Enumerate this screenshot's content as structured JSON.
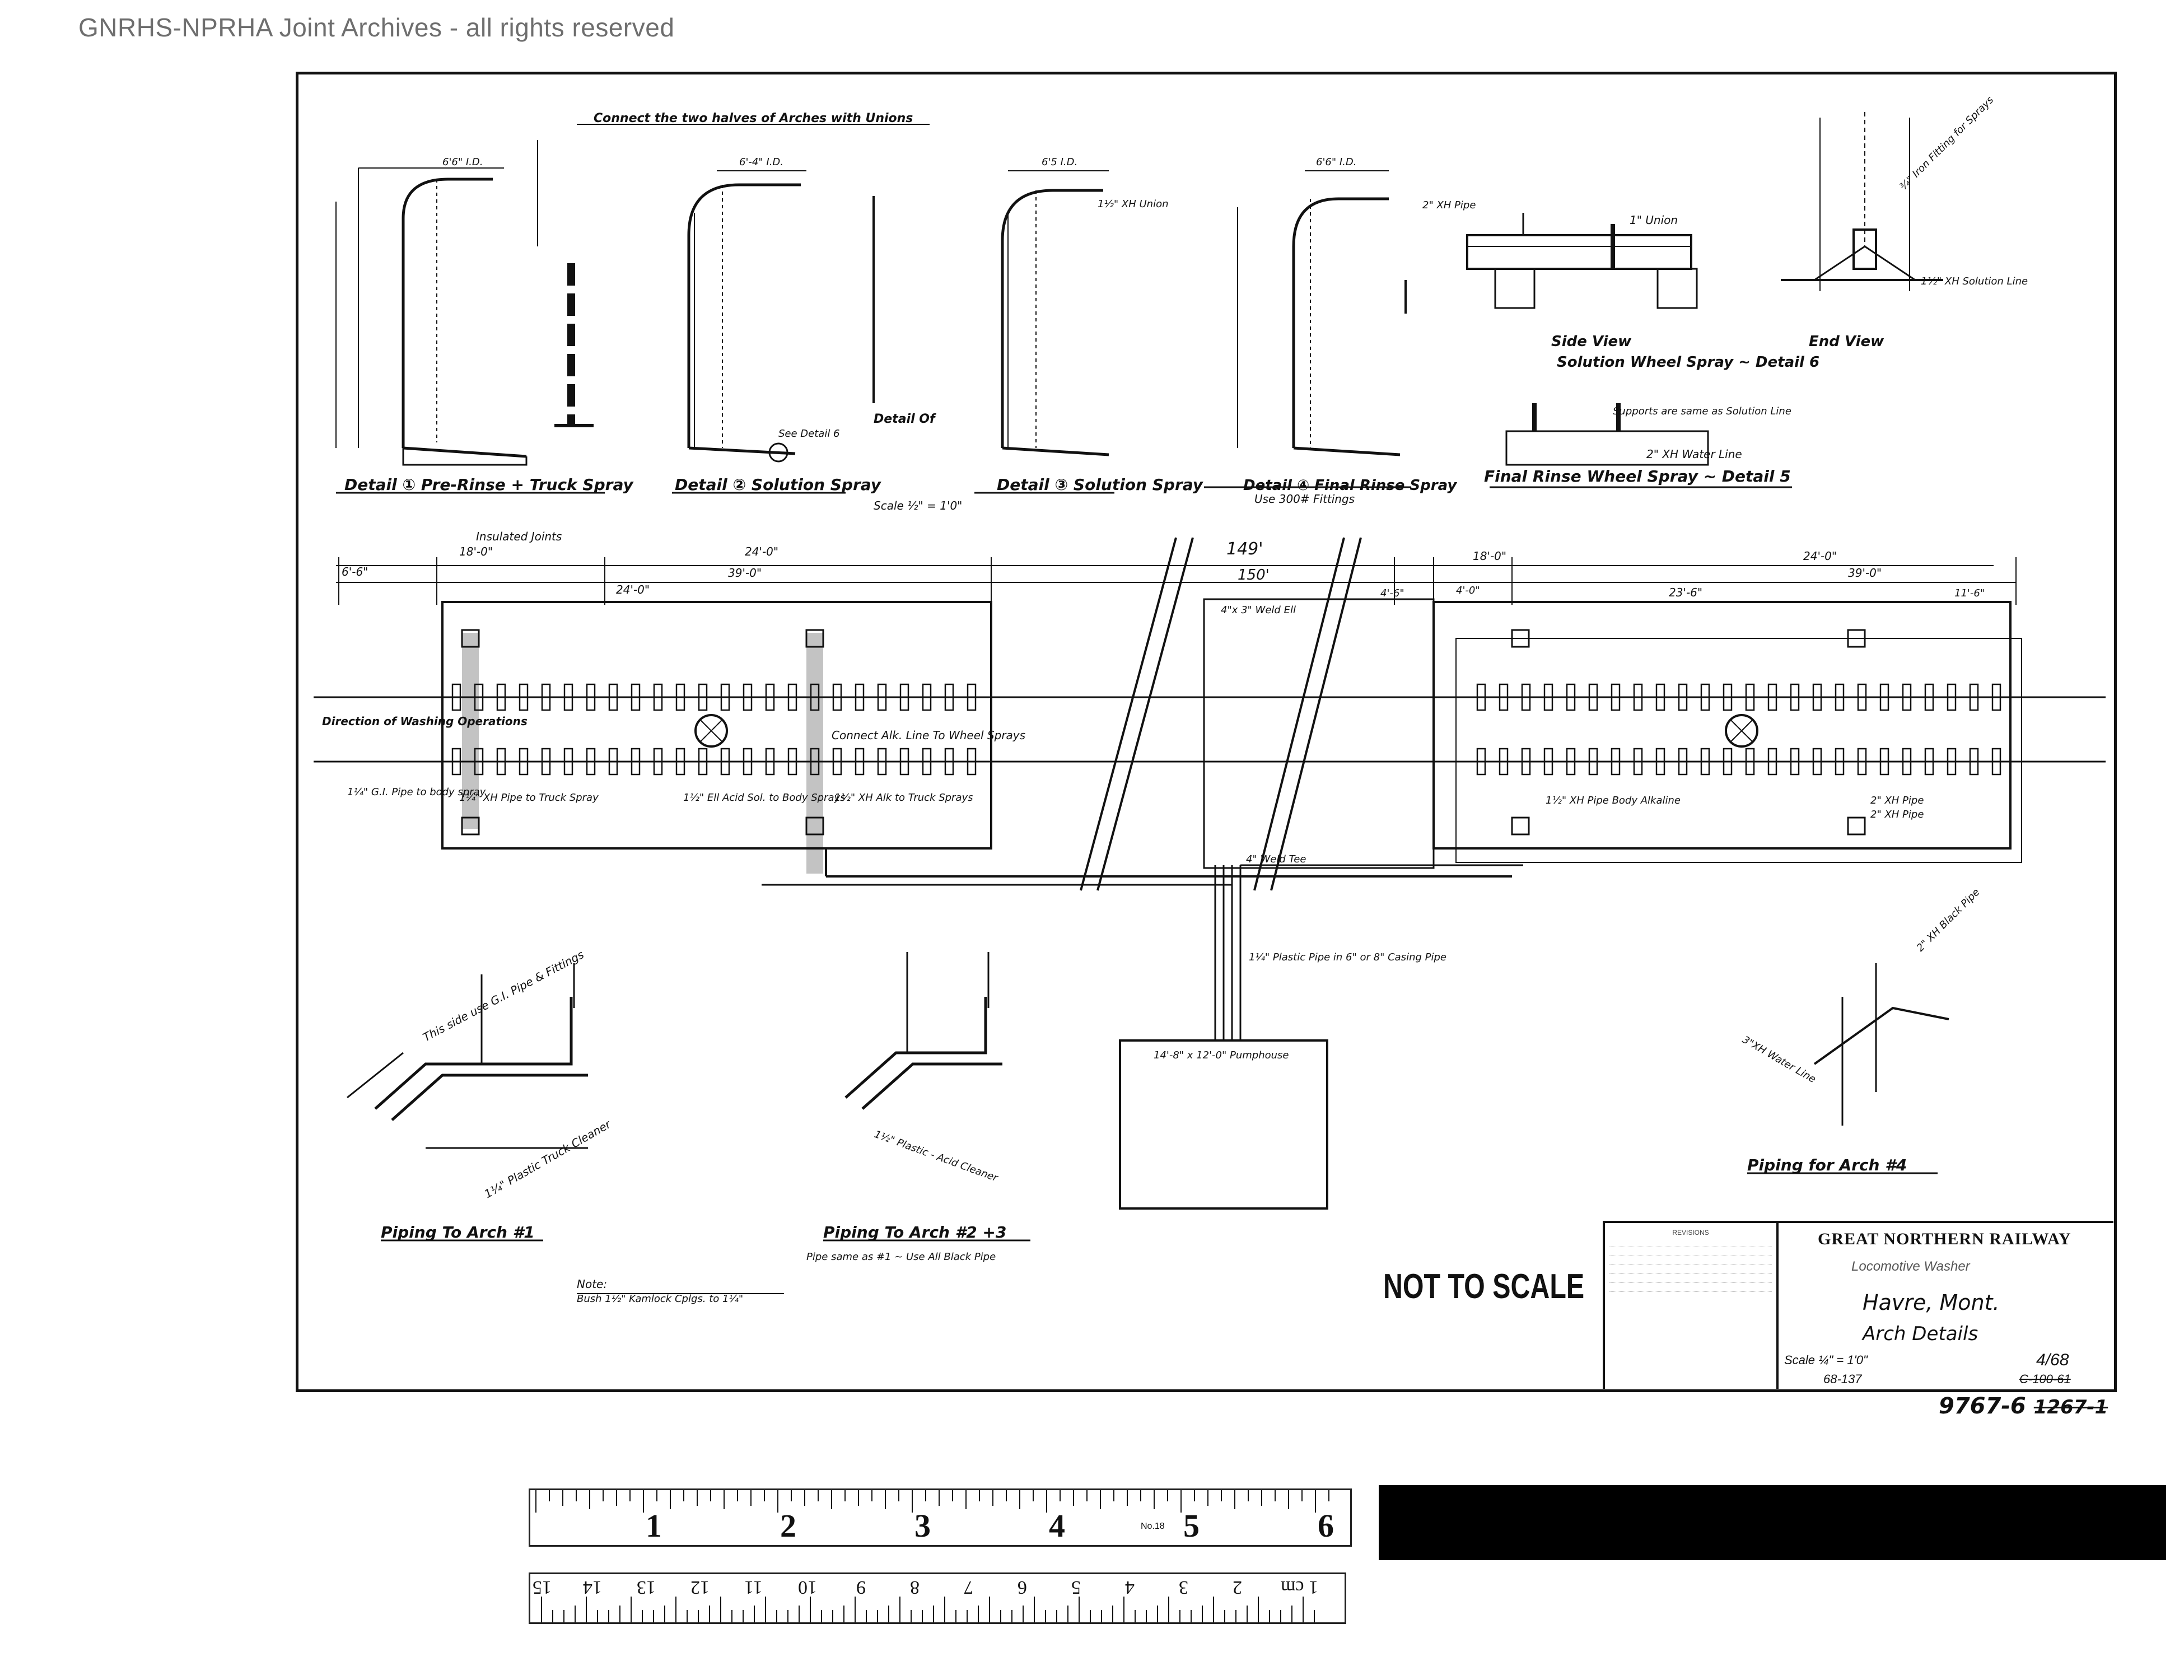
{
  "watermark": "GNRHS-NPRHA Joint Archives - all rights reserved",
  "header_note": "Connect the two halves of Arches with Unions",
  "details": {
    "d1_title": "Detail ① Pre-Rinse + Truck Spray",
    "d2_title": "Detail ② Solution Spray",
    "d3_title": "Detail ③ Solution Spray",
    "d4_title": "Detail ④ Final Rinse Spray",
    "d4_sub": "Use 300# Fittings",
    "d6_title": "Solution Wheel Spray ~ Detail 6",
    "d5_title": "Final Rinse Wheel Spray ~ Detail 5",
    "side_view": "Side View",
    "end_view": "End View",
    "detail_of": "Detail Of",
    "scale": "Scale ½\" = 1'0\"",
    "see_detail_6": "See Detail 6",
    "dim_d1": "6'6\" I.D.",
    "dim_d2": "6'-4\" I.D.",
    "dim_d3": "6'5 I.D.",
    "dim_d4": "6'6\" I.D.",
    "xh_union": "1½\" XH Union",
    "union": "1\" Union",
    "xh_pipe": "2\" XH Pipe",
    "water_line": "2\" XH Water Line",
    "solution_line": "1½\" XH Solution Line",
    "supports_note": "Supports are same as Solution Line",
    "iron_fitting": "¾\" Iron Fitting for Sprays"
  },
  "plan": {
    "insulated_joints": "Insulated Joints",
    "dims_top": [
      "6'-6\"",
      "18'-0\"",
      "24'-0\"",
      "149'",
      "18'-0\"",
      "24'-0\""
    ],
    "dims_second": [
      "24'-0\"",
      "39'-0\"",
      "150'",
      "4'-6\"",
      "4'-0\"",
      "23'-6\"",
      "39'-0\"",
      "11'-6\""
    ],
    "direction": "Direction of Washing Operations",
    "connect_alk": "Connect Alk. Line To Wheel Sprays",
    "gi_pipe": "1¼\" G.I. Pipe to body spray",
    "xh_truck": "1¼\" XH Pipe to Truck Spray",
    "body_sprays": "1½\" Ell Acid Sol. to Body Sprays",
    "alk_truck": "1½\" XH Alk to Truck Sprays",
    "body_alkaline": "1½\" XH Pipe Body Alkaline",
    "xh_pipe_2": "2\" XH Pipe",
    "xh_pipe_3": "2\" XH Pipe",
    "weld_ell": "4\"x 3\" Weld Ell",
    "weld_tee": "4\" Weld Tee",
    "plastic_pipe": "1¼\" Plastic Pipe in 6\" or 8\" Casing Pipe",
    "pumphouse": "14'-8\" x 12'-0\" Pumphouse"
  },
  "piping": {
    "arch1": "Piping To Arch #1",
    "arch23": "Piping To Arch #2 +3",
    "arch23_note": "Pipe same as #1 ~ Use All Black Pipe",
    "arch4": "Piping for Arch #4",
    "truck_cleaner": "1¼\" Plastic Truck Cleaner",
    "this_side": "This side use G.I. Pipe & Fittings",
    "acid_cleaner": "1½\" Plastic - Acid Cleaner",
    "water_line_arch4": "3\"XH Water Line",
    "xh_black_pipe": "2\" XH Black Pipe",
    "note": "Note:",
    "note_text": "Bush 1½\" Kamlock Cplgs. to 1¼\""
  },
  "not_to_scale": "NOT TO SCALE",
  "title_block": {
    "revisions": "REVISIONS",
    "company": "GREAT NORTHERN RAILWAY",
    "subtitle": "Locomotive Washer",
    "location": "Havre, Mont.",
    "title": "Arch Details",
    "scale": "Scale ¼\" = 1'0\"",
    "date": "4/68",
    "job_no": "68-137",
    "drawing_no_old": "C-100-61"
  },
  "drawing_number": "9767-6",
  "drawing_number_old": "1267-1",
  "ruler": {
    "inches": [
      "1",
      "2",
      "3",
      "4",
      "5",
      "6"
    ],
    "cm": [
      "1 cm",
      "2",
      "3",
      "4",
      "5",
      "6",
      "7",
      "8",
      "9",
      "10",
      "11",
      "12",
      "13",
      "14",
      "15"
    ],
    "brand": "No.18"
  }
}
